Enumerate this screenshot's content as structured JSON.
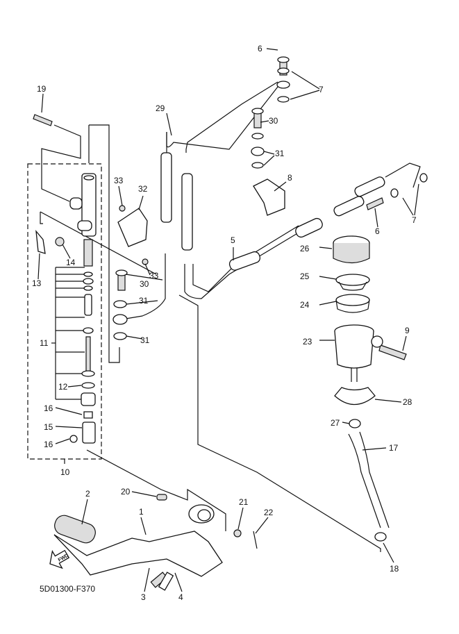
{
  "diagram_code": "5D01300-F370",
  "fwd_arrow_text": "FWD",
  "callouts": [
    "6",
    "7",
    "29",
    "30",
    "31",
    "8",
    "9",
    "19",
    "33",
    "32",
    "14",
    "13",
    "30",
    "33",
    "31",
    "31",
    "11",
    "12",
    "16",
    "15",
    "16",
    "10",
    "5",
    "26",
    "25",
    "24",
    "23",
    "28",
    "27",
    "17",
    "18",
    "6",
    "7",
    "2",
    "20",
    "1",
    "21",
    "22",
    "3",
    "4"
  ]
}
